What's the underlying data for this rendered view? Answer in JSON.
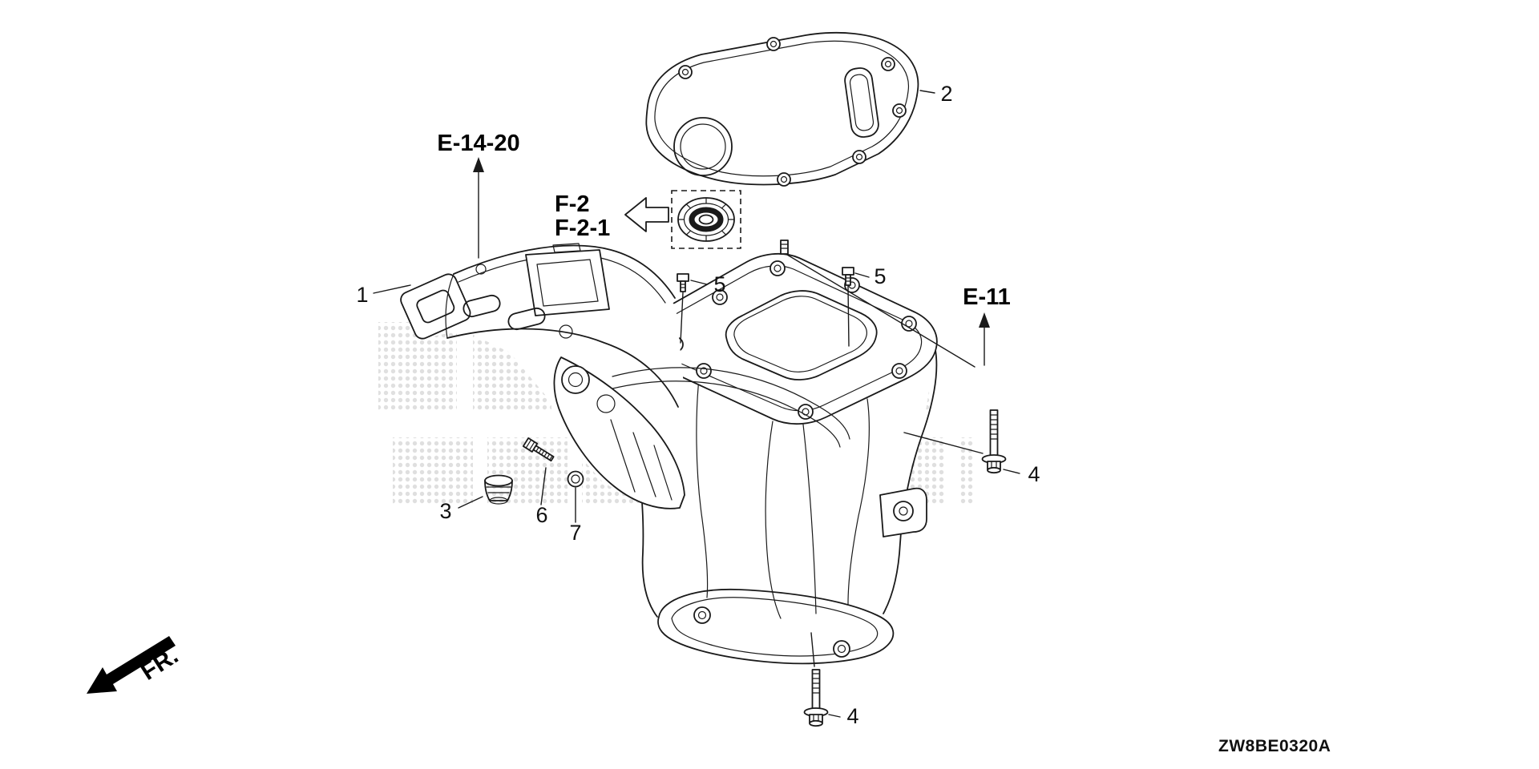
{
  "diagram": {
    "drawing_code": "ZW8BE0320A",
    "direction_indicator": "FR.",
    "section_references": {
      "e_14_20": "E-14-20",
      "f_2": "F-2",
      "f_2_1": "F-2-1",
      "e_11": "E-11"
    },
    "callouts": {
      "part_1": "1",
      "part_2": "2",
      "part_3": "3",
      "part_4_right": "4",
      "part_4_bottom": "4",
      "part_5_left": "5",
      "part_5_right": "5",
      "part_6": "6",
      "part_7": "7"
    },
    "colors": {
      "line": "#1a1a1a",
      "background": "#ffffff",
      "watermark_dots": "#c6c6c6"
    }
  }
}
